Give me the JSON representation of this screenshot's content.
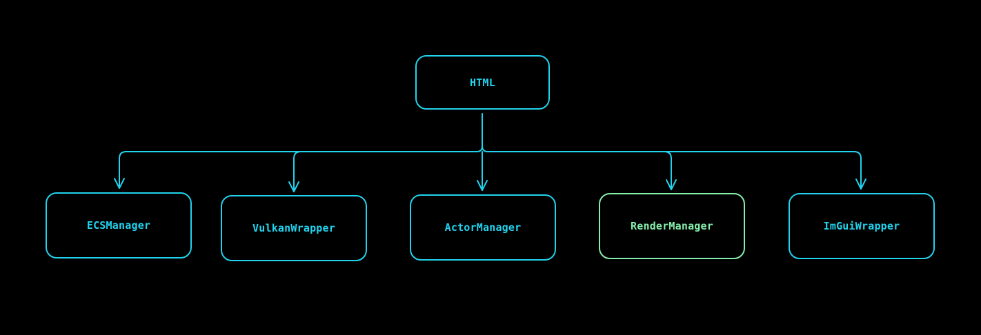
{
  "colors": {
    "background": "#000000",
    "accent": "#22d3ee",
    "highlight": "#86efac"
  },
  "root": {
    "label": "HTML"
  },
  "children": [
    {
      "label": "ECSManager",
      "color": "#22d3ee"
    },
    {
      "label": "VulkanWrapper",
      "color": "#22d3ee"
    },
    {
      "label": "ActorManager",
      "color": "#22d3ee"
    },
    {
      "label": "RenderManager",
      "color": "#86efac"
    },
    {
      "label": "ImGuiWrapper",
      "color": "#22d3ee"
    }
  ]
}
